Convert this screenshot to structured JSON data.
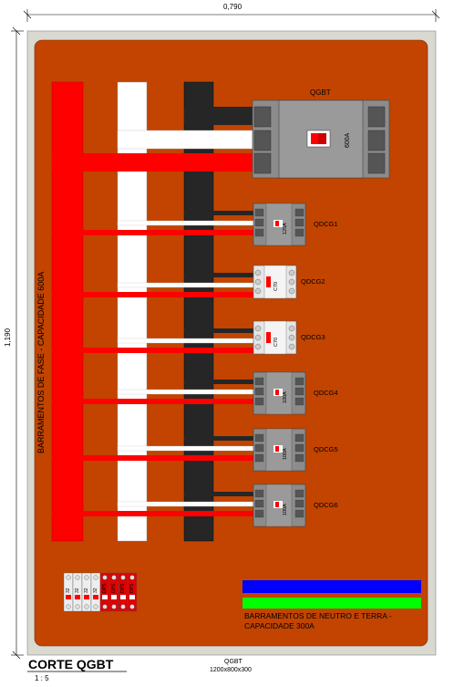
{
  "dimensions": {
    "width_label": "0,790",
    "height_label": "1,190"
  },
  "panel": {
    "main_breaker_label": "QGBT",
    "main_breaker_rating": "600A",
    "phase_bus_label": "BARRAMENTOS DE FASE - CAPACIDADE 600A",
    "neutral_earth_label_line1": "BARRAMENTOS DE NEUTRO E TERRA -",
    "neutral_earth_label_line2": "CAPACIDADE 300A"
  },
  "breakers": [
    {
      "name": "QDCG1",
      "rating": "125A"
    },
    {
      "name": "QDCG2",
      "rating": "C70"
    },
    {
      "name": "QDCG3",
      "rating": "C70"
    },
    {
      "name": "QDCG4",
      "rating": "100A"
    },
    {
      "name": "QDCG5",
      "rating": "100A"
    },
    {
      "name": "QDCG6",
      "rating": "100A"
    }
  ],
  "small_breakers": [
    "32",
    "32",
    "32",
    "32",
    "DPS",
    "DPS",
    "DPS",
    "DPS"
  ],
  "footer": {
    "title": "CORTE QGBT",
    "scale": "1 : 5",
    "center_line1": "QGBT",
    "center_line2": "1200x800x300"
  },
  "colors": {
    "panel_bg": "#c24400",
    "frame": "#d9d9d1",
    "phase_red": "#ff0000",
    "neutral_white": "#ffffff",
    "earth_black": "#262626",
    "breaker_grey": "#8c8c8c",
    "bus_blue": "#0000ff",
    "bus_green": "#00ff00"
  }
}
